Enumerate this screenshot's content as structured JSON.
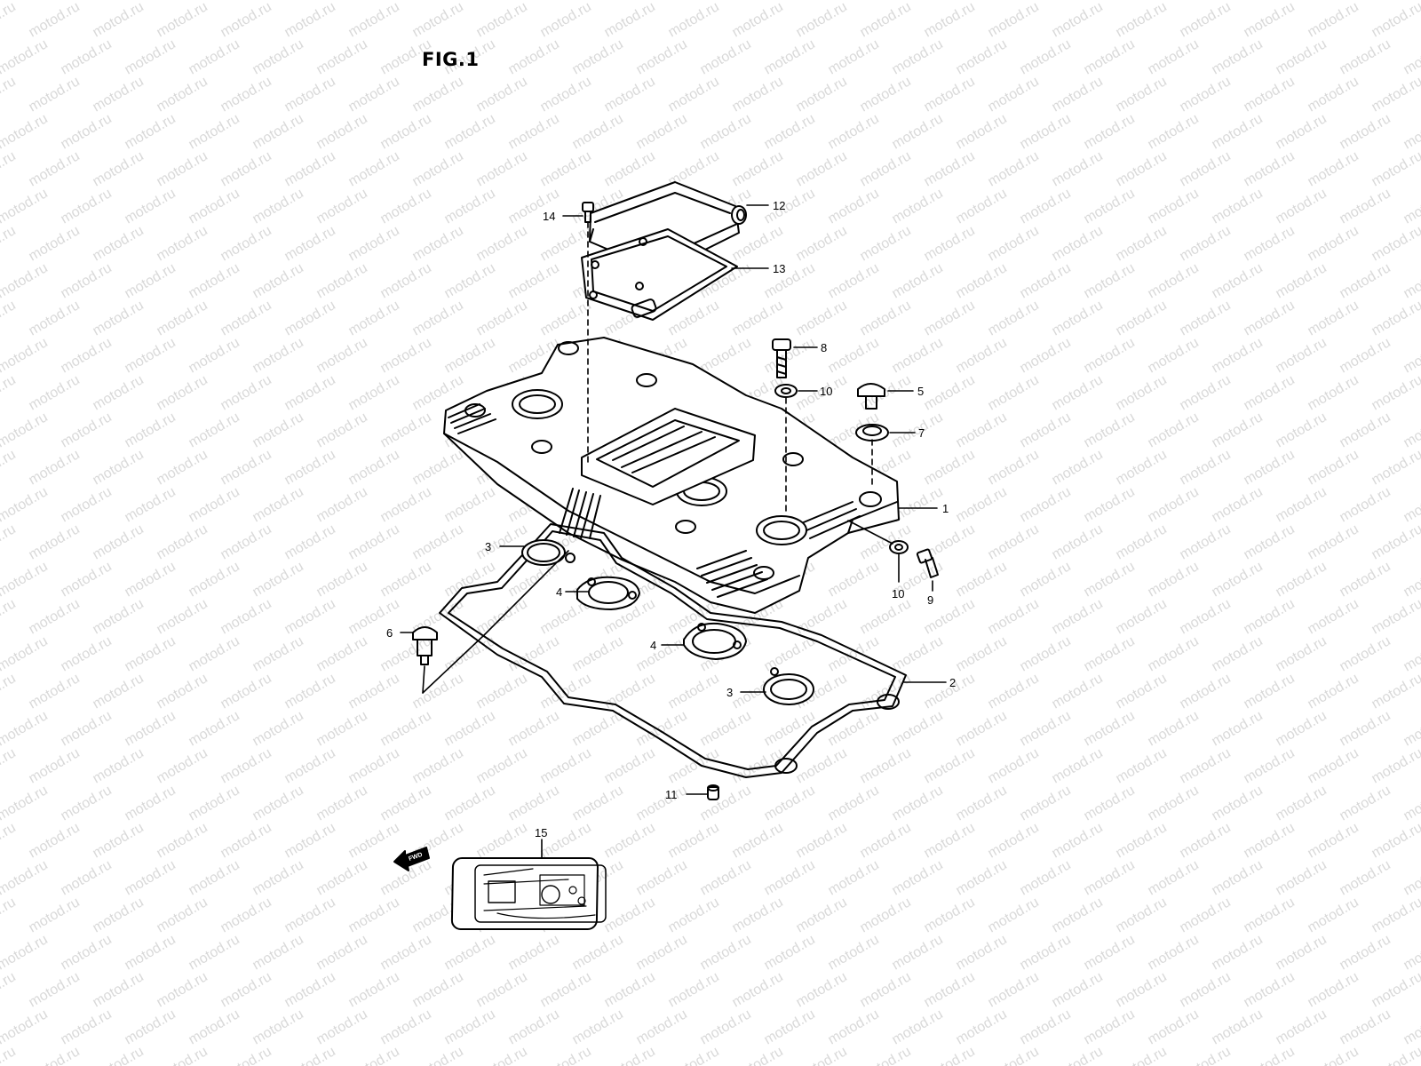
{
  "figure": {
    "title": "FIG.1",
    "watermark": "motod.ru",
    "fwd_label": "FWD"
  },
  "callouts": [
    {
      "id": "14",
      "label": "14"
    },
    {
      "id": "12",
      "label": "12"
    },
    {
      "id": "13",
      "label": "13"
    },
    {
      "id": "8",
      "label": "8"
    },
    {
      "id": "10a",
      "label": "10"
    },
    {
      "id": "5",
      "label": "5"
    },
    {
      "id": "7",
      "label": "7"
    },
    {
      "id": "1",
      "label": "1"
    },
    {
      "id": "3a",
      "label": "3"
    },
    {
      "id": "10b",
      "label": "10"
    },
    {
      "id": "9",
      "label": "9"
    },
    {
      "id": "4a",
      "label": "4"
    },
    {
      "id": "6",
      "label": "6"
    },
    {
      "id": "4b",
      "label": "4"
    },
    {
      "id": "2",
      "label": "2"
    },
    {
      "id": "3b",
      "label": "3"
    },
    {
      "id": "11",
      "label": "11"
    },
    {
      "id": "15",
      "label": "15"
    }
  ],
  "colors": {
    "line": "#000000",
    "watermark": "#d9d9d9",
    "background": "#ffffff"
  }
}
